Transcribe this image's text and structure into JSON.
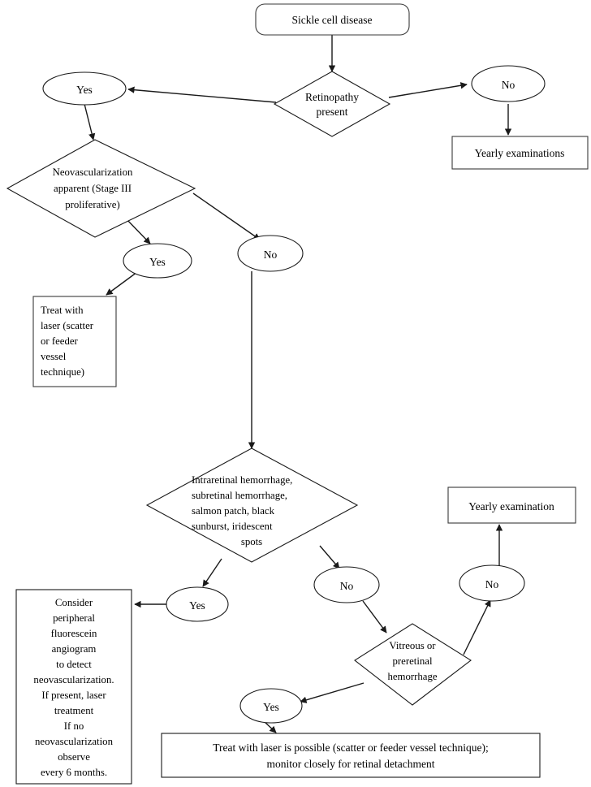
{
  "chart_data": {
    "type": "diagram",
    "title": "Sickle cell disease retinopathy management flowchart",
    "nodes": [
      {
        "id": "start",
        "shape": "rounded-rect",
        "label": "Sickle cell disease"
      },
      {
        "id": "d1",
        "shape": "diamond",
        "label": "Retinopathy present"
      },
      {
        "id": "d1_yes",
        "shape": "ellipse",
        "label": "Yes"
      },
      {
        "id": "d1_no",
        "shape": "ellipse",
        "label": "No"
      },
      {
        "id": "yearly_exams",
        "shape": "rect",
        "label": "Yearly examinations"
      },
      {
        "id": "d2",
        "shape": "diamond",
        "label": "Neovascularization apparent (Stage III proliferative)"
      },
      {
        "id": "d2_yes",
        "shape": "ellipse",
        "label": "Yes"
      },
      {
        "id": "d2_no",
        "shape": "ellipse",
        "label": "No"
      },
      {
        "id": "treat_laser",
        "shape": "rect",
        "label": "Treat with laser (scatter or feeder vessel technique)"
      },
      {
        "id": "d3",
        "shape": "diamond",
        "label": "Intraretinal hemorrhage, subretinal hemorrhage, salmon patch, black sunburst, iridescent spots"
      },
      {
        "id": "d3_yes",
        "shape": "ellipse",
        "label": "Yes"
      },
      {
        "id": "d3_no",
        "shape": "ellipse",
        "label": "No"
      },
      {
        "id": "consider_fa",
        "shape": "rect",
        "label": "Consider peripheral fluorescein angiogram to detect neovascularization. If present, laser treatment If no neovascularization observe every 6 months."
      },
      {
        "id": "d4",
        "shape": "diamond",
        "label": "Vitreous or preretinal hemorrhage"
      },
      {
        "id": "d4_yes",
        "shape": "ellipse",
        "label": "Yes"
      },
      {
        "id": "d4_no",
        "shape": "ellipse",
        "label": "No"
      },
      {
        "id": "yearly_exam",
        "shape": "rect",
        "label": "Yearly examination"
      },
      {
        "id": "treat_laser2",
        "shape": "rect",
        "label": "Treat with laser is possible (scatter or feeder vessel technique); monitor closely for retinal detachment"
      }
    ],
    "edges": [
      {
        "from": "start",
        "to": "d1"
      },
      {
        "from": "d1",
        "to": "d1_yes"
      },
      {
        "from": "d1",
        "to": "d1_no"
      },
      {
        "from": "d1_no",
        "to": "yearly_exams"
      },
      {
        "from": "d1_yes",
        "to": "d2"
      },
      {
        "from": "d2",
        "to": "d2_yes"
      },
      {
        "from": "d2",
        "to": "d2_no"
      },
      {
        "from": "d2_yes",
        "to": "treat_laser"
      },
      {
        "from": "d2_no",
        "to": "d3"
      },
      {
        "from": "d3",
        "to": "d3_yes"
      },
      {
        "from": "d3",
        "to": "d3_no"
      },
      {
        "from": "d3_yes",
        "to": "consider_fa"
      },
      {
        "from": "d3_no",
        "to": "d4"
      },
      {
        "from": "d4",
        "to": "d4_yes"
      },
      {
        "from": "d4",
        "to": "d4_no"
      },
      {
        "from": "d4_no",
        "to": "yearly_exam"
      },
      {
        "from": "d4_yes",
        "to": "treat_laser2"
      }
    ],
    "colors": {
      "stroke": "#1a1a1a",
      "box_stroke": "#3a3a3a",
      "fill": "#ffffff",
      "text": "#000000"
    }
  },
  "nodes": {
    "start": {
      "label": "Sickle cell disease"
    },
    "d1": {
      "line1": "Retinopathy",
      "line2": "present"
    },
    "d1_yes": {
      "label": "Yes"
    },
    "d1_no": {
      "label": "No"
    },
    "yearly_exams": {
      "label": "Yearly examinations"
    },
    "d2": {
      "line1": "Neovascularization",
      "line2": "apparent (Stage III",
      "line3": "proliferative)"
    },
    "d2_yes": {
      "label": "Yes"
    },
    "d2_no": {
      "label": "No"
    },
    "treat_laser": {
      "line1": "Treat with",
      "line2": "laser (scatter",
      "line3": "or feeder",
      "line4": "vessel",
      "line5": "technique)"
    },
    "d3": {
      "line1": "Intraretinal hemorrhage,",
      "line2": "subretinal hemorrhage,",
      "line3": "salmon patch, black",
      "line4": "sunburst, iridescent",
      "line5": "spots"
    },
    "d3_yes": {
      "label": "Yes"
    },
    "d3_no": {
      "label": "No"
    },
    "consider_fa": {
      "line1": "Consider",
      "line2": "peripheral",
      "line3": "fluorescein",
      "line4": "angiogram",
      "line5": "to detect",
      "line6": "neovascularization.",
      "line7": "If present, laser",
      "line8": "treatment",
      "line9": "If no",
      "line10": "neovascularization",
      "line11": "observe",
      "line12": "every 6 months."
    },
    "d4": {
      "line1": "Vitreous or",
      "line2": "preretinal",
      "line3": "hemorrhage"
    },
    "d4_yes": {
      "label": "Yes"
    },
    "d4_no": {
      "label": "No"
    },
    "yearly_exam": {
      "label": "Yearly examination"
    },
    "treat_laser2": {
      "line1": "Treat with laser is possible (scatter or feeder vessel technique);",
      "line2": "monitor closely for retinal detachment"
    }
  }
}
